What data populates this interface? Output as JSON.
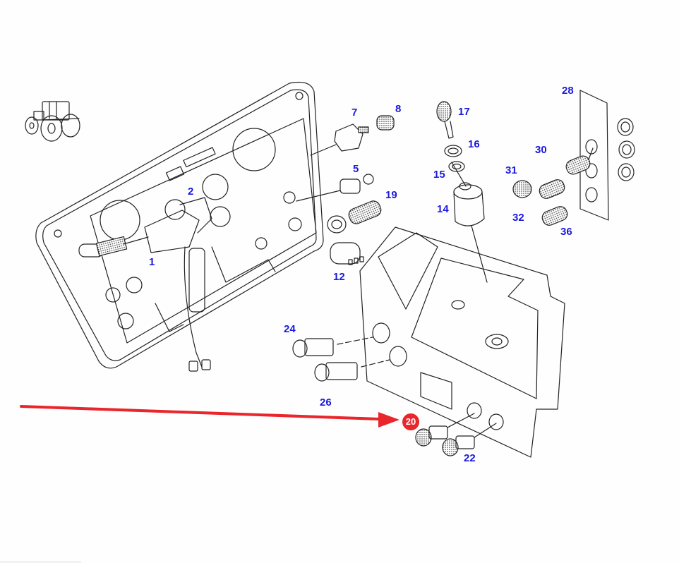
{
  "diagram": {
    "subject": "Tractor instrument panel / dashboard exploded parts view",
    "icon": "tractor-icon",
    "colors": {
      "callout_text": "#1a1adb",
      "highlight": "#e8262b",
      "line": "#222222",
      "background": "#fefefe"
    },
    "highlight": {
      "part_number": "20",
      "indicator": "red-arrow"
    },
    "callouts": [
      {
        "id": "c1",
        "label": "1"
      },
      {
        "id": "c2",
        "label": "2"
      },
      {
        "id": "c5",
        "label": "5"
      },
      {
        "id": "c7",
        "label": "7"
      },
      {
        "id": "c8",
        "label": "8"
      },
      {
        "id": "c12",
        "label": "12"
      },
      {
        "id": "c14",
        "label": "14"
      },
      {
        "id": "c15",
        "label": "15"
      },
      {
        "id": "c16",
        "label": "16"
      },
      {
        "id": "c17",
        "label": "17"
      },
      {
        "id": "c19",
        "label": "19"
      },
      {
        "id": "c22",
        "label": "22"
      },
      {
        "id": "c24",
        "label": "24"
      },
      {
        "id": "c26",
        "label": "26"
      },
      {
        "id": "c28",
        "label": "28"
      },
      {
        "id": "c30",
        "label": "30"
      },
      {
        "id": "c31",
        "label": "31"
      },
      {
        "id": "c32",
        "label": "32"
      },
      {
        "id": "c36",
        "label": "36"
      }
    ]
  }
}
